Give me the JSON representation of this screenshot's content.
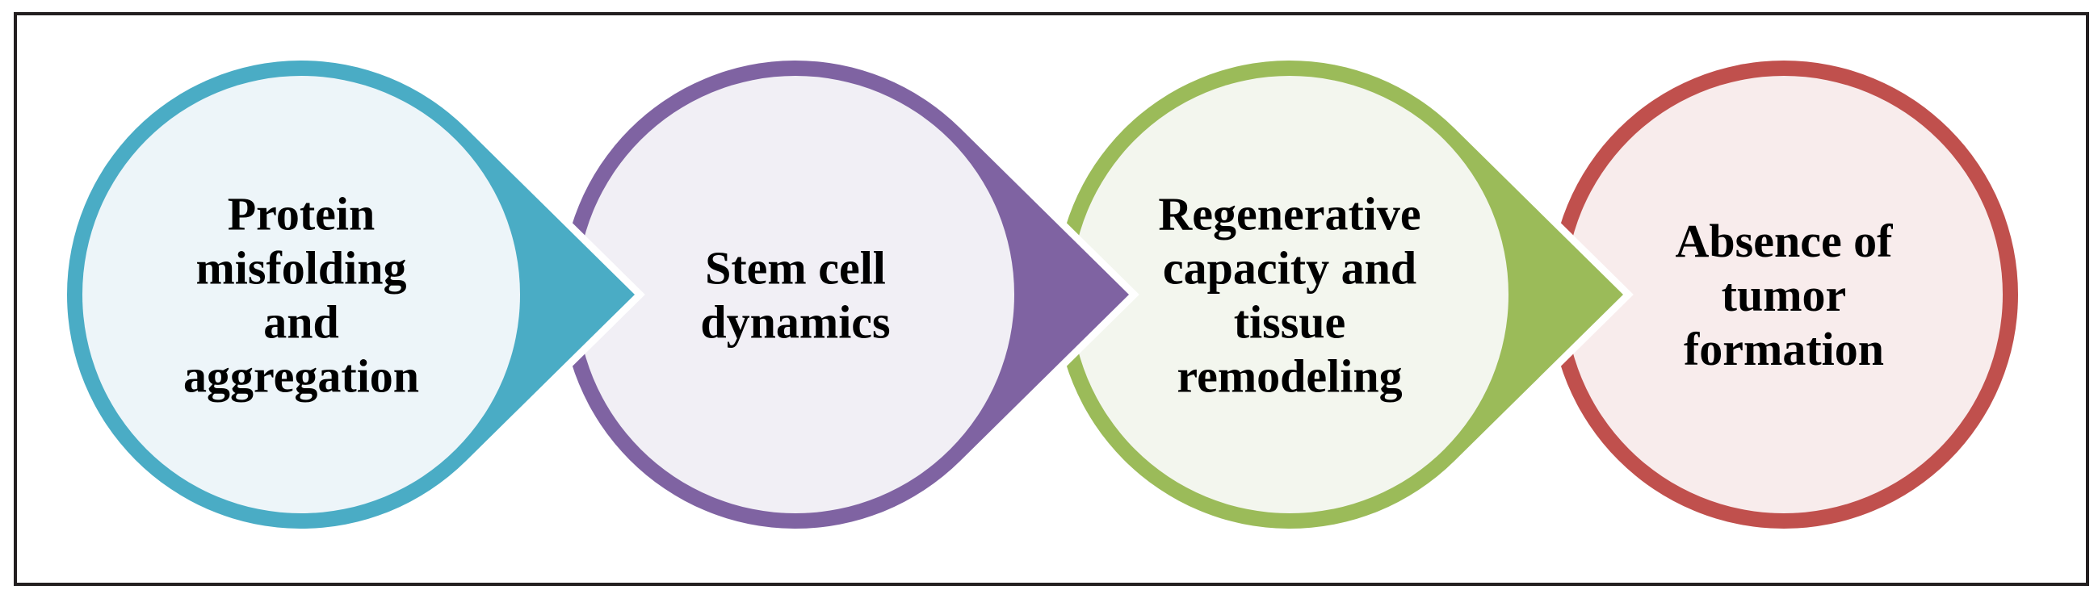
{
  "diagram": {
    "title": "",
    "direction": "left-to-right",
    "steps": [
      {
        "id": "step-1",
        "lines": [
          "Protein",
          "misfolding",
          "and",
          "aggregation"
        ],
        "ring_color": "#4AACC5",
        "fill_color": "#EDF5F9",
        "has_arrow": true
      },
      {
        "id": "step-2",
        "lines": [
          "Stem cell",
          "dynamics"
        ],
        "ring_color": "#7F63A2",
        "fill_color": "#F1EFF5",
        "has_arrow": true
      },
      {
        "id": "step-3",
        "lines": [
          "Regenerative",
          "capacity and",
          "tissue",
          "remodeling"
        ],
        "ring_color": "#9BBB59",
        "fill_color": "#F3F6EE",
        "has_arrow": true
      },
      {
        "id": "step-4",
        "lines": [
          "Absence of",
          "tumor",
          "formation"
        ],
        "ring_color": "#C0504D",
        "fill_color": "#F8ECEC",
        "has_arrow": false
      }
    ],
    "frame_color": "#231F20",
    "background_color": "#FFFFFF"
  }
}
